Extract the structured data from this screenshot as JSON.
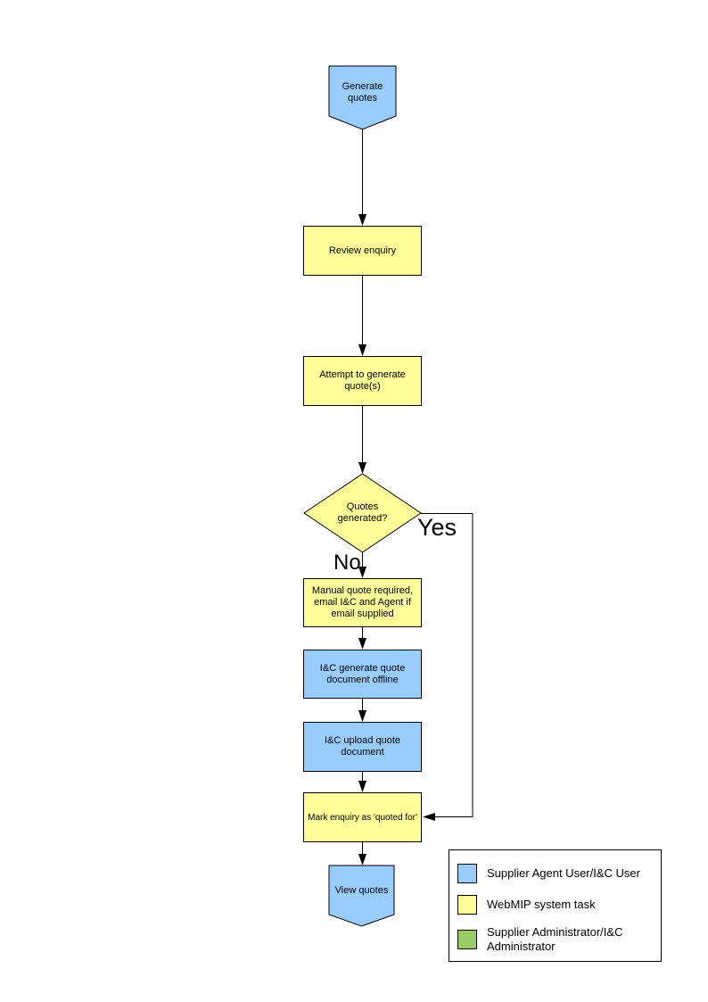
{
  "colors": {
    "user_task_fill": "#99CCFF",
    "system_task_fill": "#FFFF99",
    "admin_task_fill": "#99CC66",
    "line": "#000000",
    "background": "#FFFFFF"
  },
  "flowchart": {
    "nodes": {
      "start": {
        "label": "Generate quotes",
        "type": "start",
        "fill": "#99CCFF"
      },
      "review": {
        "label": "Review enquiry",
        "type": "process",
        "fill": "#FFFF99"
      },
      "attempt": {
        "label": "Attempt to generate quote(s)",
        "type": "process",
        "fill": "#FFFF99"
      },
      "decision": {
        "label": "Quotes generated?",
        "type": "decision",
        "fill": "#FFFF99"
      },
      "manual": {
        "label": "Manual quote required, email I&C and Agent if email supplied",
        "type": "process",
        "fill": "#FFFF99"
      },
      "offline": {
        "label": "I&C generate quote document offline",
        "type": "process",
        "fill": "#99CCFF"
      },
      "upload": {
        "label": "I&C upload quote document",
        "type": "process",
        "fill": "#99CCFF"
      },
      "mark": {
        "label": "Mark enquiry as 'quoted for'",
        "type": "process",
        "fill": "#FFFF99"
      },
      "end": {
        "label": "View quotes",
        "type": "end",
        "fill": "#99CCFF"
      }
    },
    "branches": {
      "yes": "Yes",
      "no": "No"
    }
  },
  "legend": {
    "items": [
      {
        "label": "Supplier Agent User/I&C User",
        "color": "#99CCFF"
      },
      {
        "label": "WebMIP system task",
        "color": "#FFFF99"
      },
      {
        "label": "Supplier Administrator/I&C Administrator",
        "color": "#99CC66"
      }
    ]
  }
}
